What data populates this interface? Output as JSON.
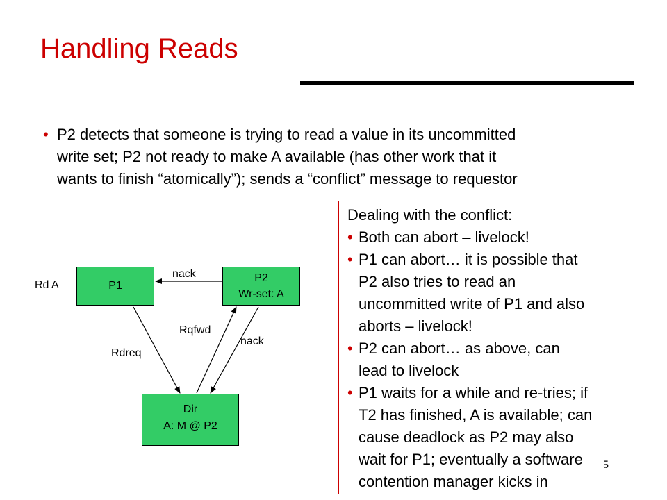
{
  "slide": {
    "title": "Handling Reads",
    "page_number": "5"
  },
  "main_bullet": {
    "lines": [
      "P2 detects that someone is trying to read a value in its uncommitted",
      "write set; P2 not ready to make A available (has other work that it",
      "wants to finish “atomically”); sends a “conflict” message to requestor"
    ]
  },
  "diagram": {
    "p1_label": "P1",
    "p2_line1": "P2",
    "p2_line2": "Wr-set: A",
    "dir_line1": "Dir",
    "dir_line2": "A: M @ P2",
    "rd_a": "Rd A",
    "nack_top": "nack",
    "rqfwd": "Rqfwd",
    "nack_bottom": "nack",
    "rdreq": "Rdreq"
  },
  "conflict_box": {
    "heading": "Dealing with the conflict:",
    "items": [
      [
        "Both can abort – livelock!"
      ],
      [
        "P1 can abort… it is possible that",
        "P2 also tries to read an",
        "uncommitted write of P1 and also",
        "aborts – livelock!"
      ],
      [
        "P2 can abort… as above, can",
        "lead to livelock"
      ],
      [
        "P1 waits for a while and re-tries; if",
        "T2 has finished, A is available; can",
        "cause deadlock as P2 may also",
        "wait for P1; eventually a software",
        "contention manager kicks in"
      ]
    ]
  },
  "colors": {
    "title": "#cc0000",
    "bullet": "#cc0000",
    "box_fill": "#33cc66",
    "box_border": "#cc0000"
  }
}
